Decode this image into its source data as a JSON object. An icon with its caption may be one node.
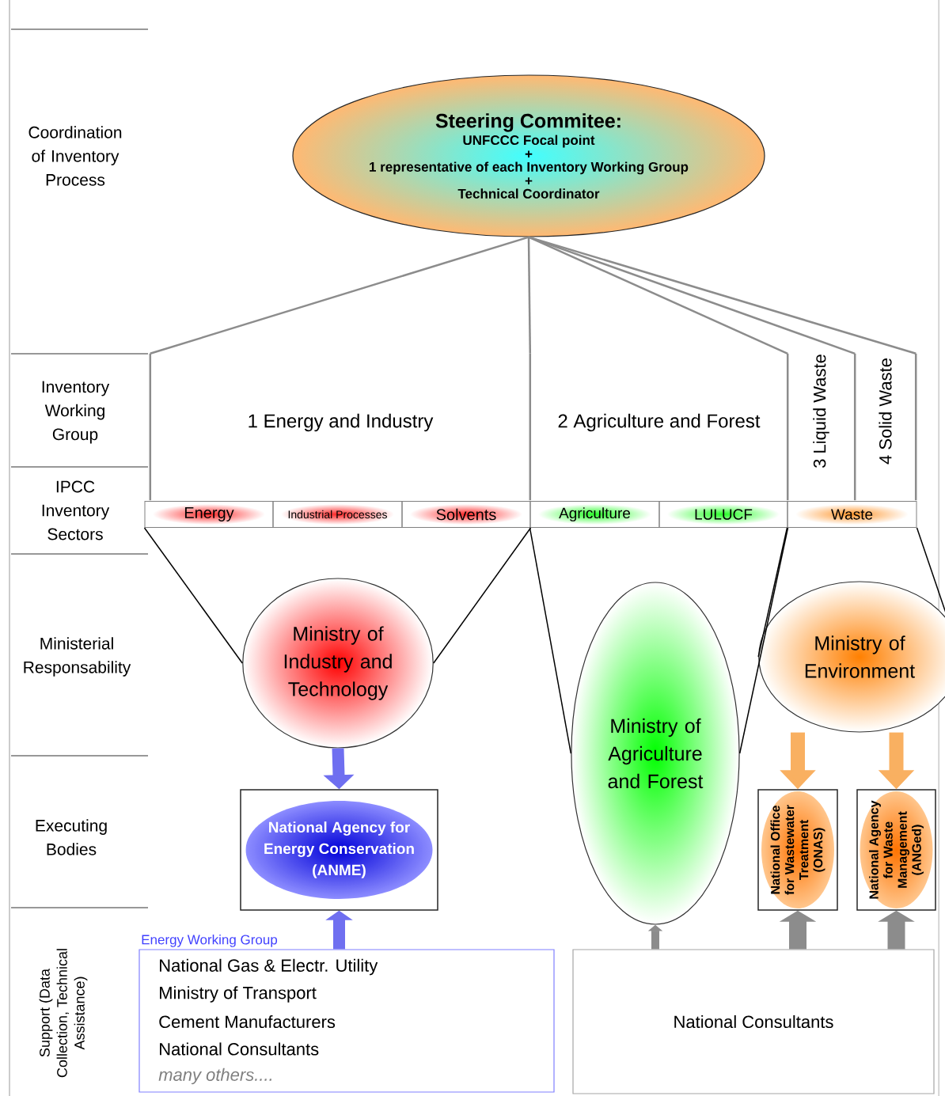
{
  "diagram": {
    "nodes": [
      {
        "text": [
          "Steering Commitee:",
          "UNFCCC Focal point",
          "+",
          "1 representative of each Inventory Working Group",
          "+",
          "Technical Coordinator"
        ]
      },
      {
        "text": [
          "1 Energy and Industry"
        ]
      },
      {
        "text": [
          "2 Agriculture and Forest"
        ]
      },
      {
        "text": [
          "3 Liquid Waste"
        ]
      },
      {
        "text": [
          "4 Solid Waste"
        ]
      },
      {
        "text": [
          "Energy"
        ]
      },
      {
        "text": [
          "Industrial Processes"
        ]
      },
      {
        "text": [
          "Solvents"
        ]
      },
      {
        "text": [
          "Agriculture"
        ]
      },
      {
        "text": [
          "LULUCF"
        ]
      },
      {
        "text": [
          "Waste"
        ]
      },
      {
        "text": [
          "Ministry of Industry and Technology"
        ]
      },
      {
        "text": [
          "Ministry of Agriculture and Forest"
        ]
      },
      {
        "text": [
          "Ministry of Environment"
        ]
      },
      {
        "text": [
          "National Agency for Energy Conservation (ANME)"
        ]
      },
      {
        "text": [
          "National Office for Wastewater Treatment (ONAS)"
        ]
      },
      {
        "text": [
          "National Agency for Waste Management (ANGed)"
        ]
      },
      {
        "text": [
          "Energy Working Group",
          "National Gas & Electr. Utility",
          "Ministry of Transport",
          "Cement Manufacturers",
          "National Consultants",
          "many others...."
        ]
      },
      {
        "text": [
          "National Consultants"
        ]
      }
    ],
    "edges": [
      {
        "from": 0,
        "to": 1,
        "arrow": "none"
      },
      {
        "from": 0,
        "to": 2,
        "arrow": "none"
      },
      {
        "from": 0,
        "to": 2,
        "arrow": "none"
      },
      {
        "from": 0,
        "to": 3,
        "arrow": "none"
      },
      {
        "from": 0,
        "to": 4,
        "arrow": "none"
      },
      {
        "from": 5,
        "to": 11,
        "arrow": "none",
        "color": "#000000"
      },
      {
        "from": 7,
        "to": 11,
        "arrow": "none",
        "color": "#000000"
      },
      {
        "from": 8,
        "to": 12,
        "arrow": "none",
        "color": "#000000"
      },
      {
        "from": 9,
        "to": 12,
        "arrow": "none",
        "color": "#000000"
      },
      {
        "from": 10,
        "to": 13,
        "arrow": "none",
        "color": "#000000"
      },
      {
        "from": 10,
        "to": 13,
        "arrow": "none",
        "color": "#000000"
      },
      {
        "from": 11,
        "to": 14,
        "arrow": "to",
        "style": "thick",
        "color": "#6f6ff0"
      },
      {
        "from": 17,
        "to": 14,
        "arrow": "to",
        "style": "thick",
        "color": "#6f6ff0"
      },
      {
        "from": 13,
        "to": 15,
        "arrow": "to",
        "style": "thick",
        "color": "#f9b061"
      },
      {
        "from": 13,
        "to": 16,
        "arrow": "to",
        "style": "thick",
        "color": "#f9b061"
      },
      {
        "from": 18,
        "to": 12,
        "arrow": "to",
        "style": "thick"
      },
      {
        "from": 18,
        "to": 15,
        "arrow": "to",
        "style": "thick"
      },
      {
        "from": 18,
        "to": 16,
        "arrow": "to",
        "style": "thick"
      }
    ],
    "labels": [
      "Coordination of Inventory Process",
      "Inventory Working Group",
      "IPCC Inventory Sectors",
      "Ministerial Responsability",
      "Executing Bodies",
      "Support (Data Collection, Technical Assistance)"
    ]
  }
}
